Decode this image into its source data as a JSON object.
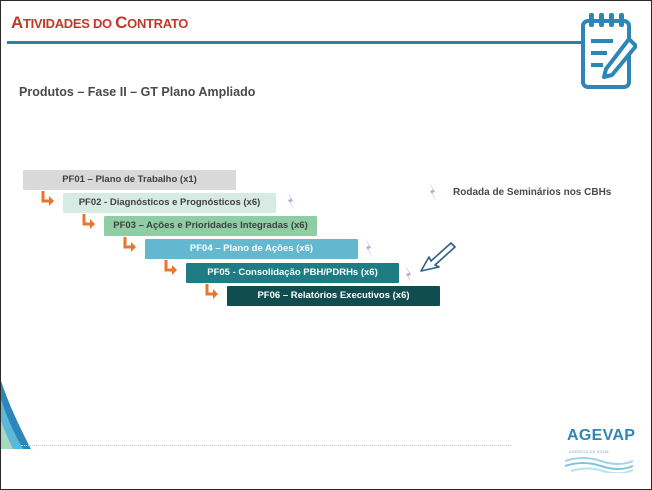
{
  "header": {
    "title_a": "A",
    "title_b": "TIVIDADES DO ",
    "title_c": "C",
    "title_d": "ONTRATO"
  },
  "subtitle": "Produtos – Fase II – GT Plano Ampliado",
  "steps": [
    {
      "label": "PF01 – Plano de Trabalho (x1)",
      "bg": "#d9d9d9",
      "fg": "#404040"
    },
    {
      "label": "PF02 - Diagnósticos e Prognósticos (x6)",
      "bg": "#d6ebe3",
      "fg": "#404040"
    },
    {
      "label": "PF03 – Ações e Prioridades Integradas (x6)",
      "bg": "#8fcda5",
      "fg": "#404040"
    },
    {
      "label": "PF04 – Plano de Ações (x6)",
      "bg": "#63b7cf",
      "fg": "#ffffff"
    },
    {
      "label": "PF05 - Consolidação PBH/PDRHs (x6)",
      "bg": "#1d7c84",
      "fg": "#ffffff"
    },
    {
      "label": "PF06 – Relatórios Executivos (x6)",
      "bg": "#0f4d4f",
      "fg": "#ffffff"
    }
  ],
  "legend": {
    "label": "Rodada de Seminários nos CBHs"
  },
  "logo": {
    "name": "AGEVAP",
    "tagline": "AGÊNCIA DE ÁGUA"
  },
  "colors": {
    "accent_title": "#c0392b",
    "rule": "#2e7fa6",
    "arrow": "#e8762d",
    "bolt": "#b9a6d8",
    "icon": "#2f86b6"
  }
}
